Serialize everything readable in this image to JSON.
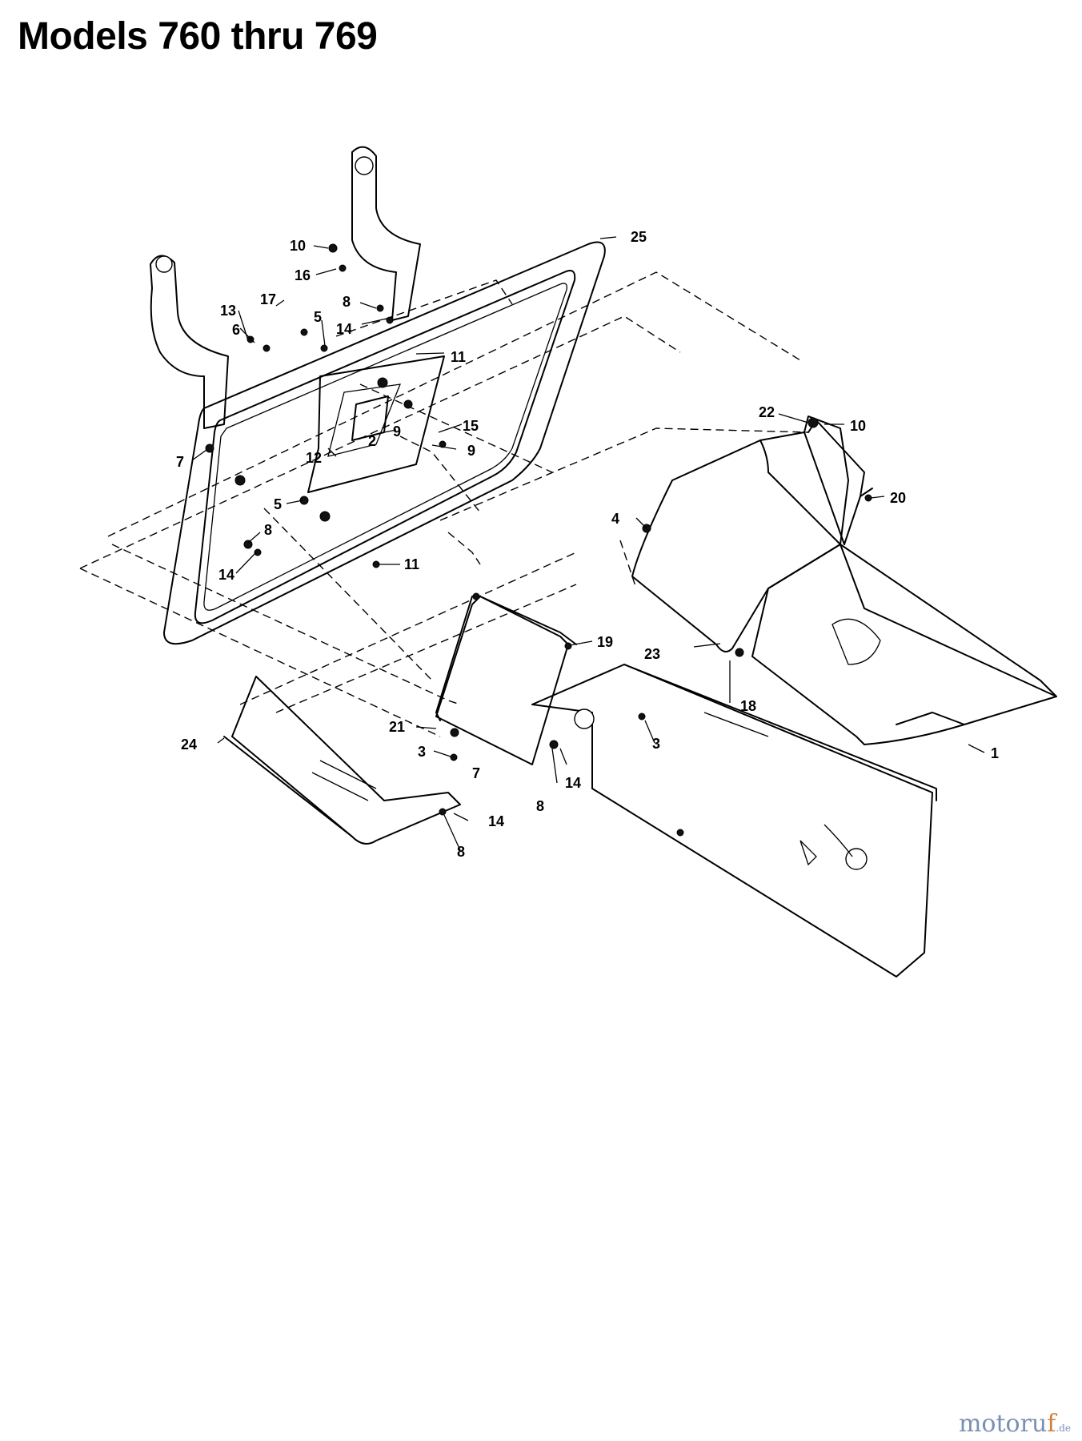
{
  "title": "Models 760 thru 769",
  "watermark": {
    "text_main": "motoru",
    "text_accent": "f",
    "text_tld": ".de"
  },
  "callouts": [
    "25",
    "10",
    "16",
    "8",
    "14",
    "17",
    "13",
    "6",
    "5",
    "11",
    "22",
    "10",
    "15",
    "9",
    "2",
    "9",
    "12",
    "7",
    "5",
    "20",
    "8",
    "4",
    "14",
    "11",
    "19",
    "23",
    "18",
    "24",
    "21",
    "3",
    "7",
    "14",
    "8",
    "3",
    "8",
    "14",
    "1"
  ]
}
